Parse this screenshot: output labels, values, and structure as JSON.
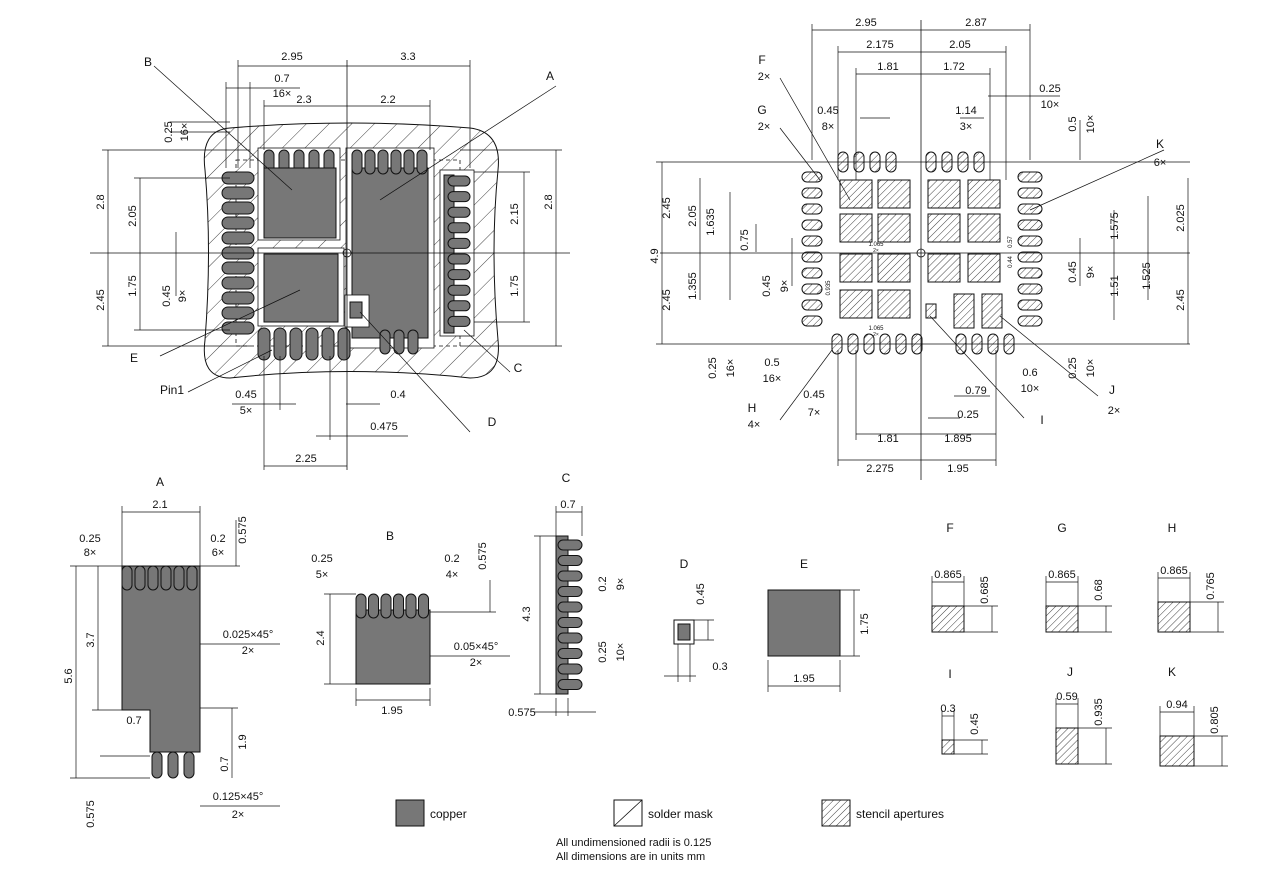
{
  "colors": {
    "copper": "#777777",
    "line": "#111111",
    "background": "#ffffff"
  },
  "land_pattern": {
    "labels": {
      "A": "A",
      "B": "B",
      "C": "C",
      "D": "D",
      "E": "E",
      "pin1": "Pin1"
    },
    "dims": {
      "top_295": "2.95",
      "top_33": "3.3",
      "top_07": "0.7",
      "top_16x": "16×",
      "top_23": "2.3",
      "top_22": "2.2",
      "left_025": "0.25",
      "left_16x": "16×",
      "left_28": "2.8",
      "left_205": "2.05",
      "left_245": "2.45",
      "left_175": "1.75",
      "left_045": "0.45",
      "left_9x": "9×",
      "right_215": "2.15",
      "right_28": "2.8",
      "right_175": "1.75",
      "bot_045": "0.45",
      "bot_5x": "5×",
      "bot_04": "0.4",
      "bot_0475": "0.475",
      "bot_225": "2.25"
    }
  },
  "stencil": {
    "labels": {
      "F": "F",
      "F_n": "2×",
      "G": "G",
      "G_n": "2×",
      "H": "H",
      "H_n": "4×",
      "I": "I",
      "J": "J",
      "J_n": "2×",
      "K": "K",
      "K_n": "6×"
    },
    "dims": {
      "top_295": "2.95",
      "top_287": "2.87",
      "top_2175": "2.175",
      "top_205": "2.05",
      "top_181": "1.81",
      "top_172": "1.72",
      "top_025": "0.25",
      "top_10x": "10×",
      "top_045": "0.45",
      "top_8x": "8×",
      "top_114": "1.14",
      "top_3x": "3×",
      "right_05": "0.5",
      "right_10x": "10×",
      "left_49": "4.9",
      "left_245a": "2.45",
      "left_205": "2.05",
      "left_1635": "1.635",
      "left_075": "0.75",
      "left_245b": "2.45",
      "left_1355": "1.355",
      "left_045": "0.45",
      "left_9x": "9×",
      "right_2025": "2.025",
      "right_1575": "1.575",
      "right_045": "0.45",
      "right_9x": "9×",
      "right_151": "1.51",
      "right_1525": "1.525",
      "right_245": "2.45",
      "small_1065a": "1.065",
      "small_2xa": "2×",
      "small_1065b": "1.065",
      "small_2xb": "2×",
      "small_057": "0.57",
      "small_044": "0.44",
      "small_0935": "0.935",
      "bl_025": "0.25",
      "bl_16x": "16×",
      "bl_05": "0.5",
      "bl_16x2": "16×",
      "bl_045": "0.45",
      "bl_7x": "7×",
      "br_025": "0.25",
      "br_10x": "10×",
      "br_06": "0.6",
      "br_10x2": "10×",
      "bot_079": "0.79",
      "bot_025": "0.25",
      "bot_181": "1.81",
      "bot_1895": "1.895",
      "bot_2275": "2.275",
      "bot_195": "1.95"
    }
  },
  "details": {
    "A": {
      "label": "A",
      "d21": "2.1",
      "d025": "0.25",
      "d8x": "8×",
      "d02": "0.2",
      "d6x": "6×",
      "d0575": "0.575",
      "d37": "3.7",
      "d56": "5.6",
      "c0025": "0.025×45°",
      "c2x": "2×",
      "d07a": "0.7",
      "d19": "1.9",
      "d07b": "0.7",
      "c0125": "0.125×45°",
      "c2x2": "2×",
      "d0575b": "0.575"
    },
    "B": {
      "label": "B",
      "d025": "0.25",
      "d5x": "5×",
      "d02": "0.2",
      "d4x": "4×",
      "d0575": "0.575",
      "d24": "2.4",
      "c005": "0.05×45°",
      "c2x": "2×",
      "d195": "1.95"
    },
    "C": {
      "label": "C",
      "d07": "0.7",
      "d43": "4.3",
      "d02": "0.2",
      "d9x": "9×",
      "d025": "0.25",
      "d10x": "10×",
      "d0575": "0.575"
    },
    "D": {
      "label": "D",
      "d045": "0.45",
      "d03": "0.3"
    },
    "E": {
      "label": "E",
      "d175": "1.75",
      "d195": "1.95"
    },
    "F": {
      "label": "F",
      "w": "0.865",
      "h": "0.685"
    },
    "G": {
      "label": "G",
      "w": "0.865",
      "h": "0.68"
    },
    "H": {
      "label": "H",
      "w": "0.865",
      "h": "0.765"
    },
    "I": {
      "label": "I",
      "w": "0.3",
      "h": "0.45"
    },
    "J": {
      "label": "J",
      "w": "0.59",
      "h": "0.935"
    },
    "K": {
      "label": "K",
      "w": "0.94",
      "h": "0.805"
    }
  },
  "legend": {
    "copper": "copper",
    "solder_mask": "solder mask",
    "stencil": "stencil apertures"
  },
  "notes": {
    "radii": "All undimensioned radii is 0.125",
    "units": "All dimensions are in units mm"
  }
}
